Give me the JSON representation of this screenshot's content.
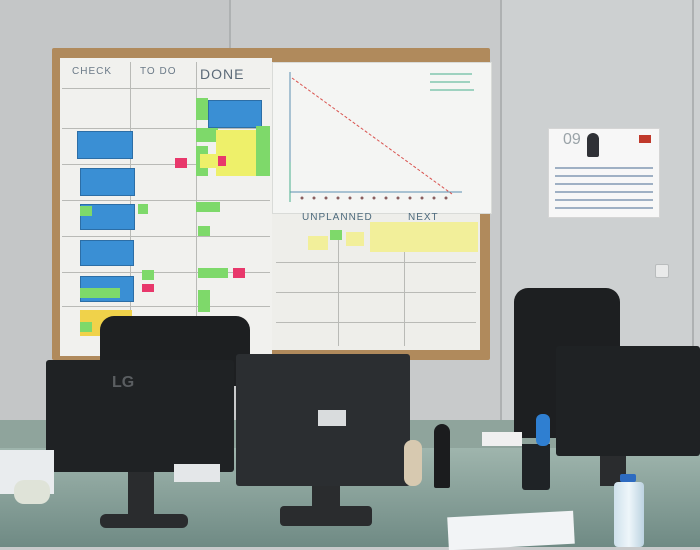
{
  "scene": {
    "description_tag": "office-kanban-wall"
  },
  "board": {
    "columns": [
      "CHECK",
      "TO DO",
      "DONE"
    ],
    "chart_labels": [
      "UNPLANNED",
      "NEXT"
    ]
  },
  "monitors": {
    "left_brand": "LG"
  },
  "calendar": {
    "number": "09"
  }
}
